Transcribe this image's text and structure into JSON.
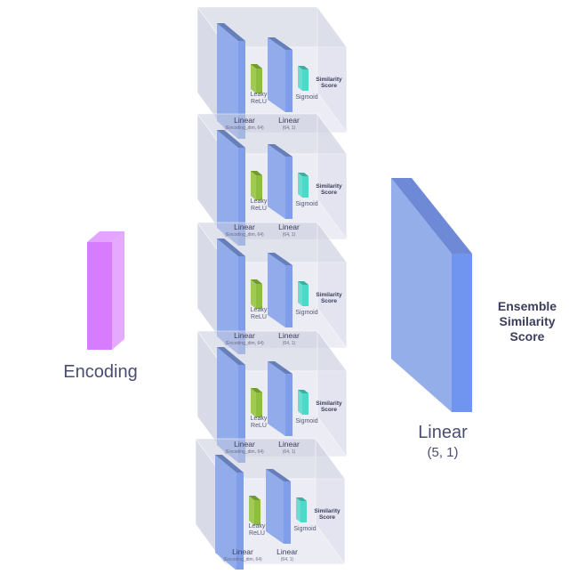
{
  "encoding_label": "Encoding",
  "ensemble": {
    "label_lines": [
      "Ensemble",
      "Similarity",
      "Score"
    ],
    "linear_label": "Linear",
    "linear_dims": "(5, 1)"
  },
  "blocks": [
    {
      "linear1": "Linear",
      "linear1_dims": "(Encoding_dim, 64)",
      "linear2": "Linear",
      "linear2_dims": "(64, 1)",
      "activation_lines": [
        "Leaky",
        "ReLU"
      ],
      "output": "Sigmoid",
      "score_lines": [
        "Similarity",
        "Score"
      ]
    },
    {
      "linear1": "Linear",
      "linear1_dims": "(Encoding_dim, 64)",
      "linear2": "Linear",
      "linear2_dims": "(64, 1)",
      "activation_lines": [
        "Leaky",
        "ReLU"
      ],
      "output": "Sigmoid",
      "score_lines": [
        "Similarity",
        "Score"
      ]
    },
    {
      "linear1": "Linear",
      "linear1_dims": "(Encoding_dim, 64)",
      "linear2": "Linear",
      "linear2_dims": "(64, 1)",
      "activation_lines": [
        "Leaky",
        "ReLU"
      ],
      "output": "Sigmoid",
      "score_lines": [
        "Similarity",
        "Score"
      ]
    },
    {
      "linear1": "Linear",
      "linear1_dims": "(Encoding_dim, 64)",
      "linear2": "Linear",
      "linear2_dims": "(64, 1)",
      "activation_lines": [
        "Leaky",
        "ReLU"
      ],
      "output": "Sigmoid",
      "score_lines": [
        "Similarity",
        "Score"
      ]
    },
    {
      "linear1": "Linear",
      "linear1_dims": "(Encoding_dim, 64)",
      "linear2": "Linear",
      "linear2_dims": "(64, 1)",
      "activation_lines": [
        "Leaky",
        "ReLU"
      ],
      "output": "Sigmoid",
      "score_lines": [
        "Similarity",
        "Score"
      ]
    }
  ],
  "colors": {
    "encoding": "#d77bff",
    "linear_layer": "#7f9de8",
    "activation": "#8fbf3a",
    "sigmoid": "#4fd8c8",
    "container": "#cfd3e4"
  }
}
